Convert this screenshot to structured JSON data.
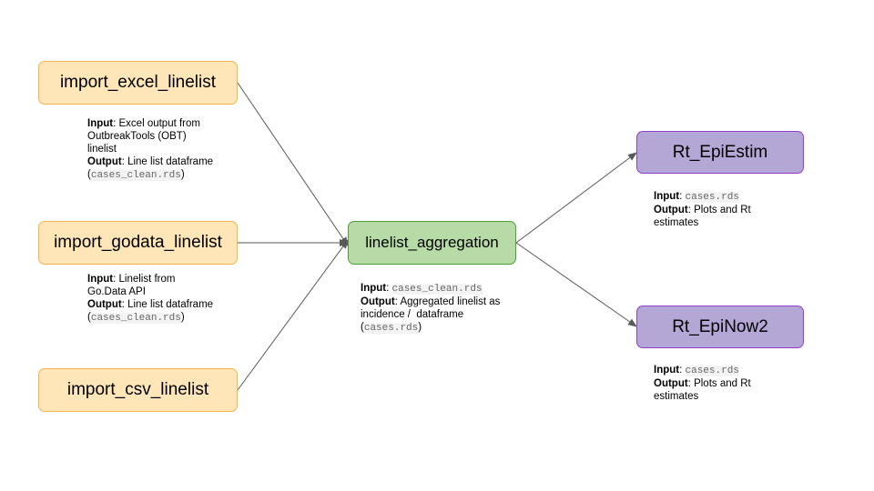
{
  "nodes": {
    "import_excel": "import_excel_linelist",
    "import_godata": "import_godata_linelist",
    "import_csv": "import_csv_linelist",
    "aggregation": "linelist_aggregation",
    "epiestim": "Rt_EpiEstim",
    "epinow2": "Rt_EpiNow2"
  },
  "notes": {
    "labels": {
      "input": "Input",
      "output": "Output"
    },
    "excel": {
      "input_lines": [
        ": Excel output from",
        "OutbreakTools (OBT)",
        "linelist"
      ],
      "output_text": ": Line list dataframe",
      "output_open": "(",
      "output_code": "cases_clean.rds",
      "output_close": ")"
    },
    "godata": {
      "input_lines": [
        ": Linelist from",
        "Go.Data API"
      ],
      "output_text": ": Line list dataframe",
      "output_open": "(",
      "output_code": "cases_clean.rds",
      "output_close": ")"
    },
    "aggregation": {
      "input_sep": ": ",
      "input_code": "cases_clean.rds",
      "output_lines": [
        ": Aggregated linelist as",
        "incidence /  dataframe"
      ],
      "output_open": "(",
      "output_code": "cases.rds",
      "output_close": ")"
    },
    "epiestim": {
      "input_sep": ": ",
      "input_code": "cases.rds",
      "output_lines": [
        ": Plots and Rt",
        "estimates"
      ]
    },
    "epinow2": {
      "input_sep": ": ",
      "input_code": "cases.rds",
      "output_lines": [
        ": Plots and Rt",
        "estimates"
      ]
    }
  },
  "colors": {
    "import_fill": "#ffe6b8",
    "import_border": "#f2b34a",
    "aggregation_fill": "#b7dba6",
    "aggregation_border": "#4f9a3a",
    "estimate_fill": "#b4a7d6",
    "estimate_border": "#8e3fd0",
    "edge": "#595959"
  }
}
